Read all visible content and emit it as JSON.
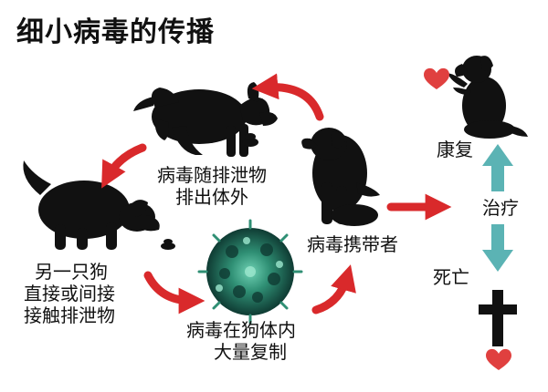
{
  "title": "细小病毒的传播",
  "labels": {
    "shed_line1": "病毒随排泄物",
    "shed_line2": "排出体外",
    "carrier": "病毒携带者",
    "contact_line1": "另一只狗",
    "contact_line2": "直接或间接",
    "contact_line3": "接触排泄物",
    "replicate_line1": "病毒在狗体内",
    "replicate_line2": "大量复制",
    "recover": "康复",
    "treat": "治疗",
    "death": "死亡"
  },
  "icons": {
    "heart_top": "heart-icon",
    "heart_bottom": "heart-icon",
    "cross": "cross-icon",
    "virus": "virus-particle-icon"
  },
  "colors": {
    "arrow_red": "#d9292b",
    "arrow_teal": "#5bb3b4",
    "heart": "#e0403f",
    "virus_dark": "#0f3b33",
    "virus_light": "#4fb49a",
    "silhouette": "#111111"
  }
}
